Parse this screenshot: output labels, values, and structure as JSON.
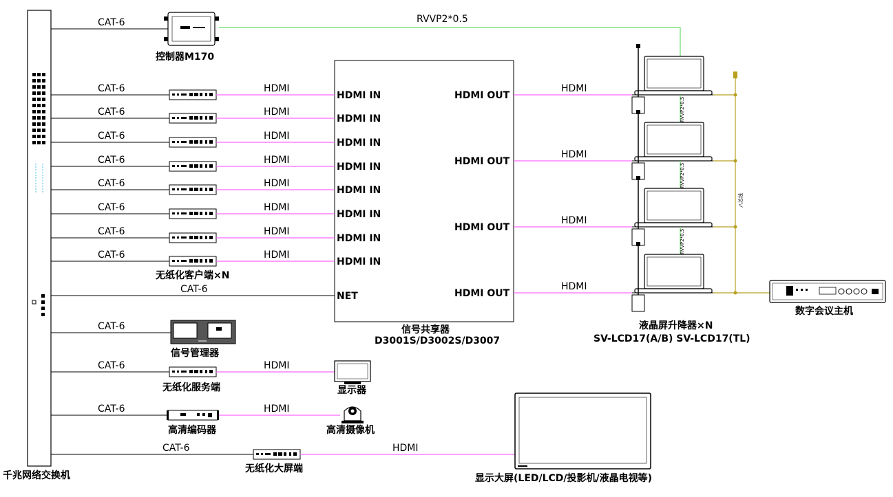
{
  "switch": {
    "label": "千兆网络交换机"
  },
  "controller": {
    "label": "控制器M170"
  },
  "sharer": {
    "label1": "信号共享器",
    "label2": "D3001S/D3002S/D3007"
  },
  "sharer_inputs": [
    "HDMI IN",
    "HDMI IN",
    "HDMI IN",
    "HDMI IN",
    "HDMI IN",
    "HDMI IN",
    "HDMI IN",
    "HDMI IN"
  ],
  "sharer_net": "NET",
  "sharer_outputs": [
    "HDMI OUT",
    "HDMI OUT",
    "HDMI OUT",
    "HDMI OUT"
  ],
  "cable": {
    "cat6": "CAT-6",
    "hdmi": "HDMI",
    "rvvp": "RVVP2*0.5",
    "rvvp_small": "RVVP2*0.5",
    "bus": "八芯线"
  },
  "client": {
    "label": "无纸化客户端×N"
  },
  "lift": {
    "label1": "液晶屏升降器×N",
    "label2": "SV-LCD17(A/B)   SV-LCD17(TL)"
  },
  "host": {
    "label": "数字会议主机"
  },
  "manager": {
    "label": "信号管理器"
  },
  "server": {
    "label": "无纸化服务端"
  },
  "display": {
    "label": "显示器"
  },
  "encoder": {
    "label": "高清编码器"
  },
  "camera": {
    "label": "高清摄像机"
  },
  "bigscreen_client": {
    "label": "无纸化大屏端"
  },
  "bigscreen": {
    "label": "显示大屏(LED/LCD/投影机/液晶电视等)"
  },
  "colors": {
    "hdmi": "#ff66ff",
    "rvvp": "#66dd66",
    "bus": "#b8a020",
    "line": "#000000"
  }
}
